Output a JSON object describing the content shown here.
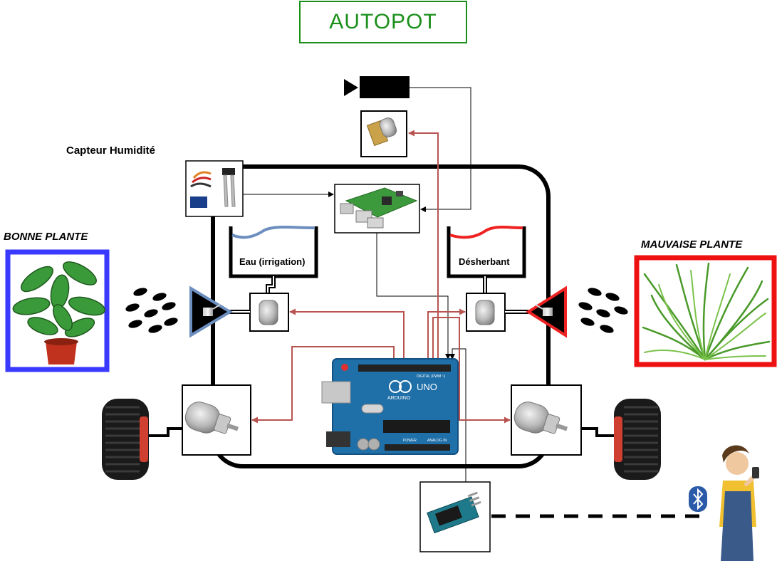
{
  "title": "AUTOPOT",
  "labels": {
    "capteur": "Capteur Humidité",
    "bonne_plante": "BONNE PLANTE",
    "mauvaise_plante": "MAUVAISE PLANTE",
    "eau": "Eau (irrigation)",
    "desherbant": "Désherbant"
  },
  "arduino": {
    "brand": "ARDUINO",
    "model": "UNO",
    "digital": "DIGITAL (PWM ~)",
    "power": "POWER",
    "analog": "ANALOG IN"
  },
  "colors": {
    "title": "#1a8f1a",
    "bonne_frame": "#3a3aff",
    "mauvaise_frame": "#ee1111",
    "water_line": "#6c8ebf",
    "herbicide_line": "#ee2222",
    "power_wire": "#b85450",
    "signal_wire": "#000000",
    "arduino_board": "#1f6fa8"
  },
  "icons": {
    "camera": "camera-icon",
    "bluetooth": "bluetooth-icon",
    "watering_can": "watering-can-icon",
    "user": "farmer-icon"
  }
}
